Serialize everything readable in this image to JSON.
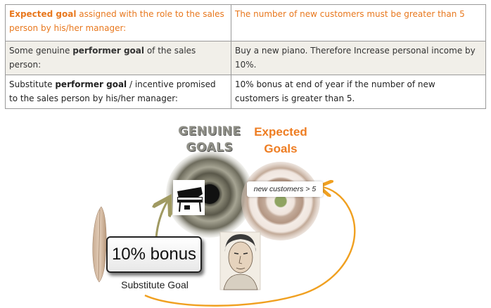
{
  "table": {
    "rows": [
      {
        "left_emph": "Expected goal",
        "left_text": " assigned with the role to the sales person by his/her manager:",
        "right_text": "The number of new customers must be greater than 5"
      },
      {
        "left_pre": "Some genuine ",
        "left_emph": "performer goal",
        "left_text": " of the sales person:",
        "right_text": "Buy a new piano. Therefore Increase personal income by 10%."
      },
      {
        "left_pre": "Substitute ",
        "left_emph": "performer goal",
        "left_text": " / incentive promised to the sales person by his/her manager:",
        "right_text": "10% bonus at end of year if the number of new customers is greater than 5."
      }
    ]
  },
  "diagram": {
    "genuine_title": "GENUINE GOALS",
    "expected_title": "Expected Goals",
    "target_label": "new customers > 5",
    "bonus_label": "10% bonus",
    "substitute_caption": "Substitute Goal"
  },
  "colors": {
    "expected_orange": "#ee7d22",
    "genuine_grey": "#8f8f86",
    "substitute_arrow": "#a09a62",
    "table_row_shade": "#f1efe9"
  },
  "icons": [
    "piano-icon",
    "person-portrait-icon",
    "feather-icon",
    "target-icon"
  ]
}
